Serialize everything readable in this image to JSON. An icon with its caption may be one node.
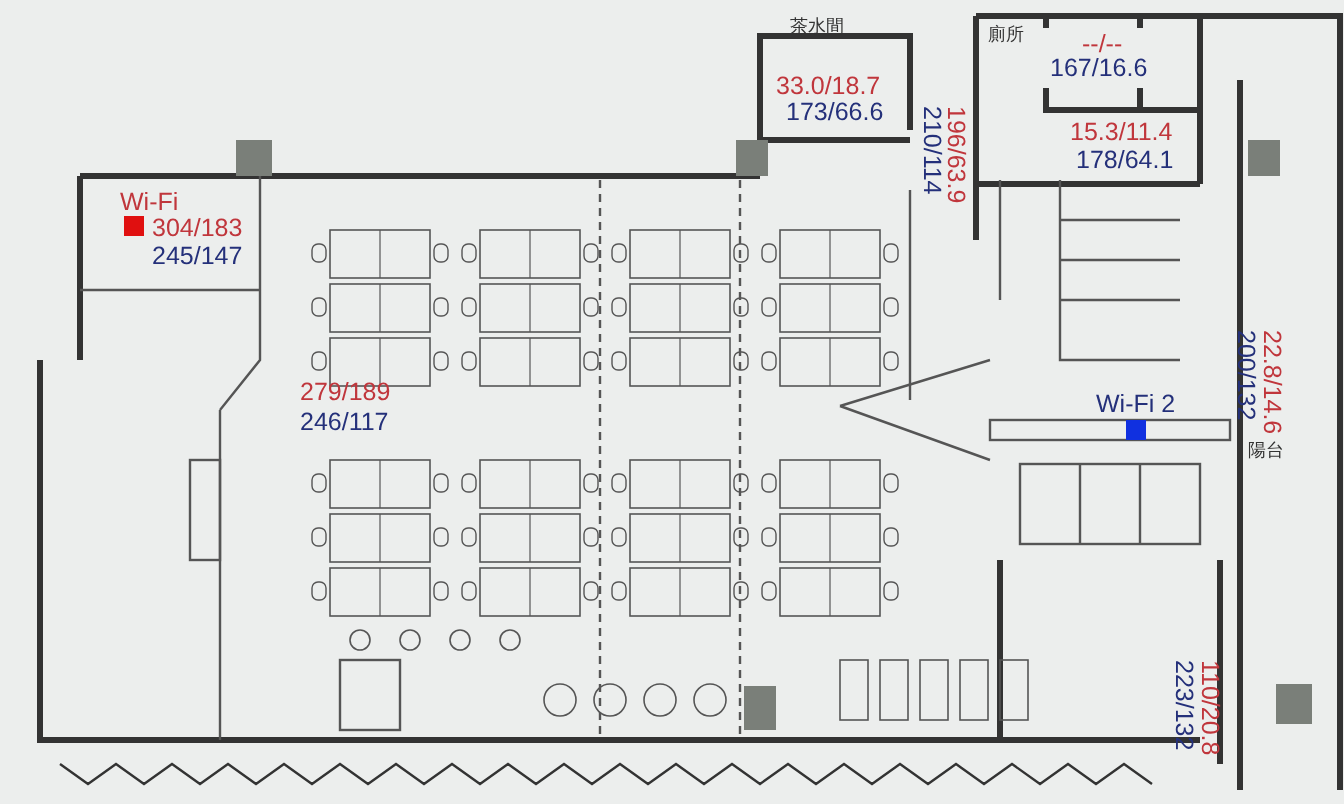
{
  "diagram": {
    "labels": [
      "茶水間",
      "廁所",
      "--/--",
      "167/16.6",
      "33.0/18.7",
      "173/66.6",
      "196/63.9",
      "210/114",
      "15.3/11.4",
      "178/64.1",
      "Wi-Fi",
      "304/183",
      "245/147",
      "279/189",
      "246/117",
      "Wi-Fi 2",
      "22.8/14.6",
      "200/132",
      "陽台",
      "110/20.8",
      "223/132"
    ]
  }
}
